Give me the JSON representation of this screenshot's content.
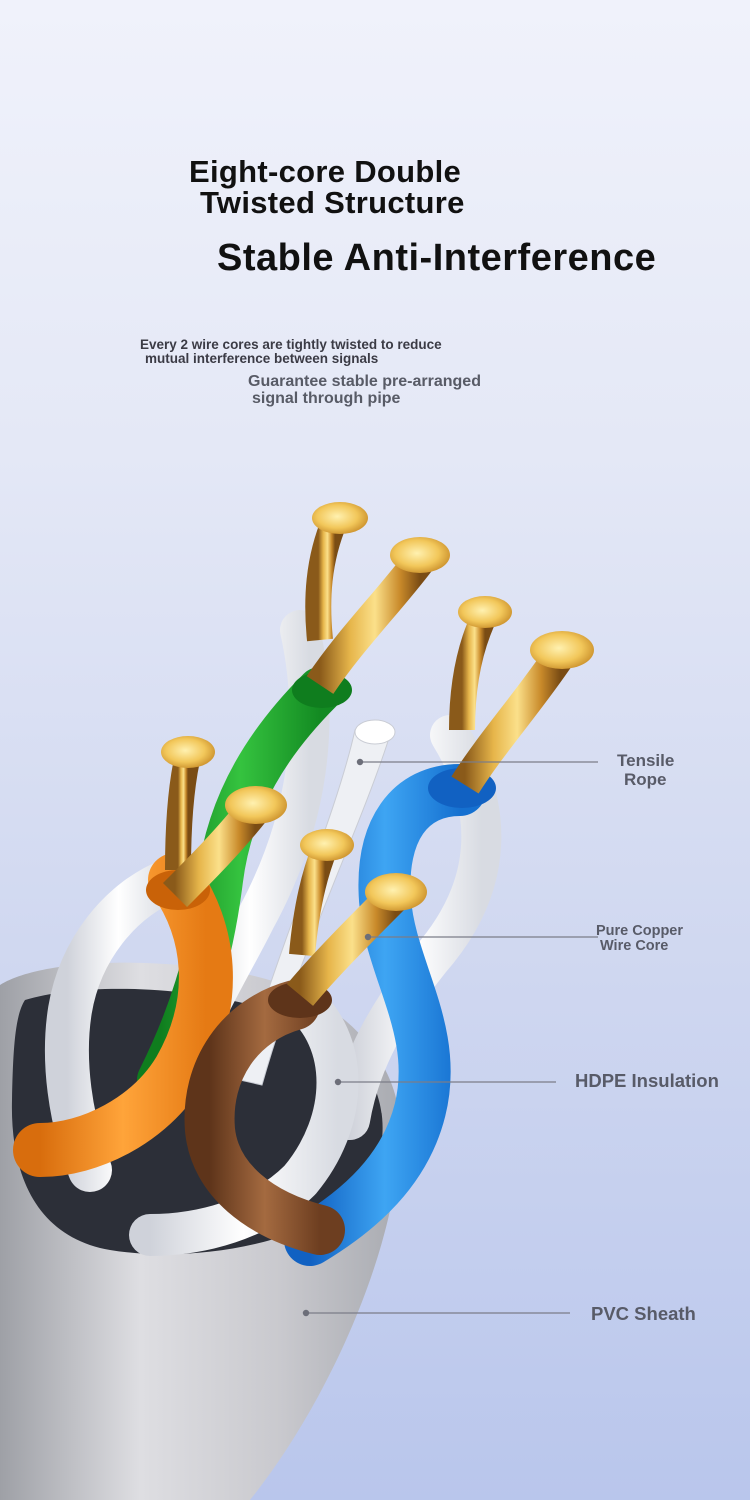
{
  "headline": {
    "line1": "Eight-core Double",
    "line2": "Twisted Structure",
    "line3": "Stable Anti-Interference"
  },
  "subtext": {
    "line1": "Every 2 wire cores are tightly twisted to reduce",
    "line2": "mutual interference between signals",
    "line3": "Guarantee stable pre-arranged",
    "line4": "signal through pipe"
  },
  "labels": {
    "tensile_rope": {
      "line1": "Tensile",
      "line2": "Rope"
    },
    "copper_core": {
      "line1": "Pure Copper",
      "line2": "Wire Core"
    },
    "hdpe": "HDPE Insulation",
    "pvc": "PVC Sheath"
  },
  "colors": {
    "green": "#1fa02e",
    "blue": "#1e88e5",
    "orange": "#f08a1e",
    "brown": "#85502e",
    "copper": "#e0a838",
    "sheath": "#cfcfd2"
  },
  "icons": {
    "illustration": "twisted-pair-cable-cross-section"
  }
}
